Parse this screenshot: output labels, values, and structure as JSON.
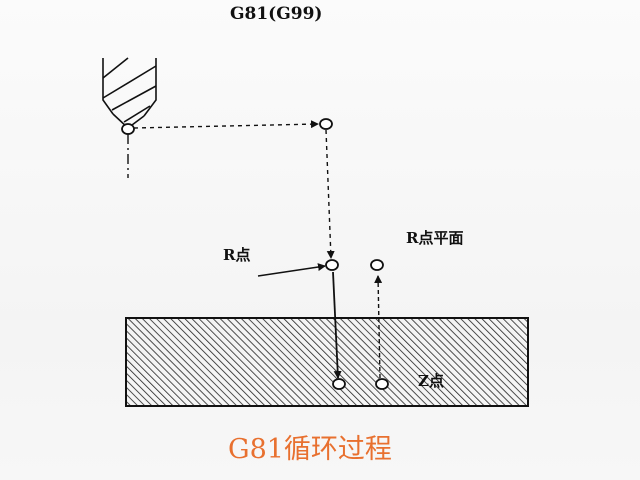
{
  "diagram": {
    "title": "G81(G99)",
    "r_point_label": "R点",
    "r_plane_label": "R点平面",
    "z_point_label": "Z点",
    "caption": "G81循环过程"
  },
  "colors": {
    "ink": "#111111",
    "caption": "#e8702f",
    "background": "#f6f6f6"
  }
}
